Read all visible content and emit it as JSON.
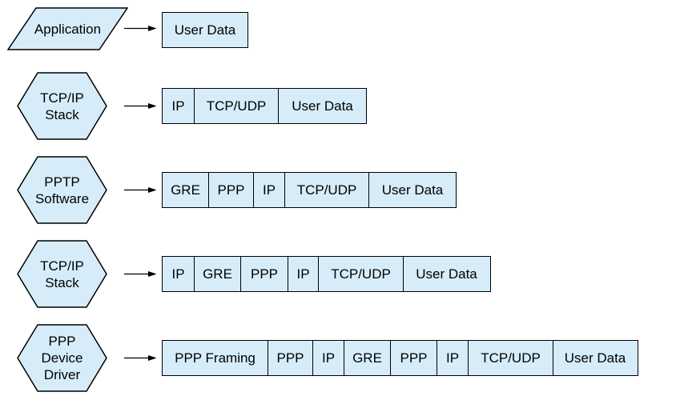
{
  "colors": {
    "shape_fill": "#D6EDF9",
    "outline": "#000000",
    "canvas_bg": "#FFFFFF",
    "text": "#000000"
  },
  "diagram": {
    "rows": [
      {
        "shape": {
          "type": "parallelogram",
          "label": "Application"
        },
        "cells": [
          {
            "label": "User Data",
            "width": 108
          }
        ]
      },
      {
        "shape": {
          "type": "hexagon",
          "label": "TCP/IP\nStack"
        },
        "cells": [
          {
            "label": "IP",
            "width": 41
          },
          {
            "label": "TCP/UDP",
            "width": 107
          },
          {
            "label": "User Data",
            "width": 111
          }
        ]
      },
      {
        "shape": {
          "type": "hexagon",
          "label": "PPTP\nSoftware"
        },
        "cells": [
          {
            "label": "GRE",
            "width": 59
          },
          {
            "label": "PPP",
            "width": 58
          },
          {
            "label": "IP",
            "width": 40
          },
          {
            "label": "TCP/UDP",
            "width": 107
          },
          {
            "label": "User Data",
            "width": 110
          }
        ]
      },
      {
        "shape": {
          "type": "hexagon",
          "label": "TCP/IP\nStack"
        },
        "cells": [
          {
            "label": "IP",
            "width": 41
          },
          {
            "label": "GRE",
            "width": 60
          },
          {
            "label": "PPP",
            "width": 60
          },
          {
            "label": "IP",
            "width": 40
          },
          {
            "label": "TCP/UDP",
            "width": 107
          },
          {
            "label": "User Data",
            "width": 110
          }
        ]
      },
      {
        "shape": {
          "type": "hexagon",
          "label": "PPP\nDevice\nDriver"
        },
        "cells": [
          {
            "label": "PPP Framing",
            "width": 133
          },
          {
            "label": "PPP",
            "width": 58
          },
          {
            "label": "IP",
            "width": 40
          },
          {
            "label": "GRE",
            "width": 60
          },
          {
            "label": "PPP",
            "width": 59
          },
          {
            "label": "IP",
            "width": 41
          },
          {
            "label": "TCP/UDP",
            "width": 107
          },
          {
            "label": "User Data",
            "width": 107
          }
        ]
      }
    ]
  }
}
